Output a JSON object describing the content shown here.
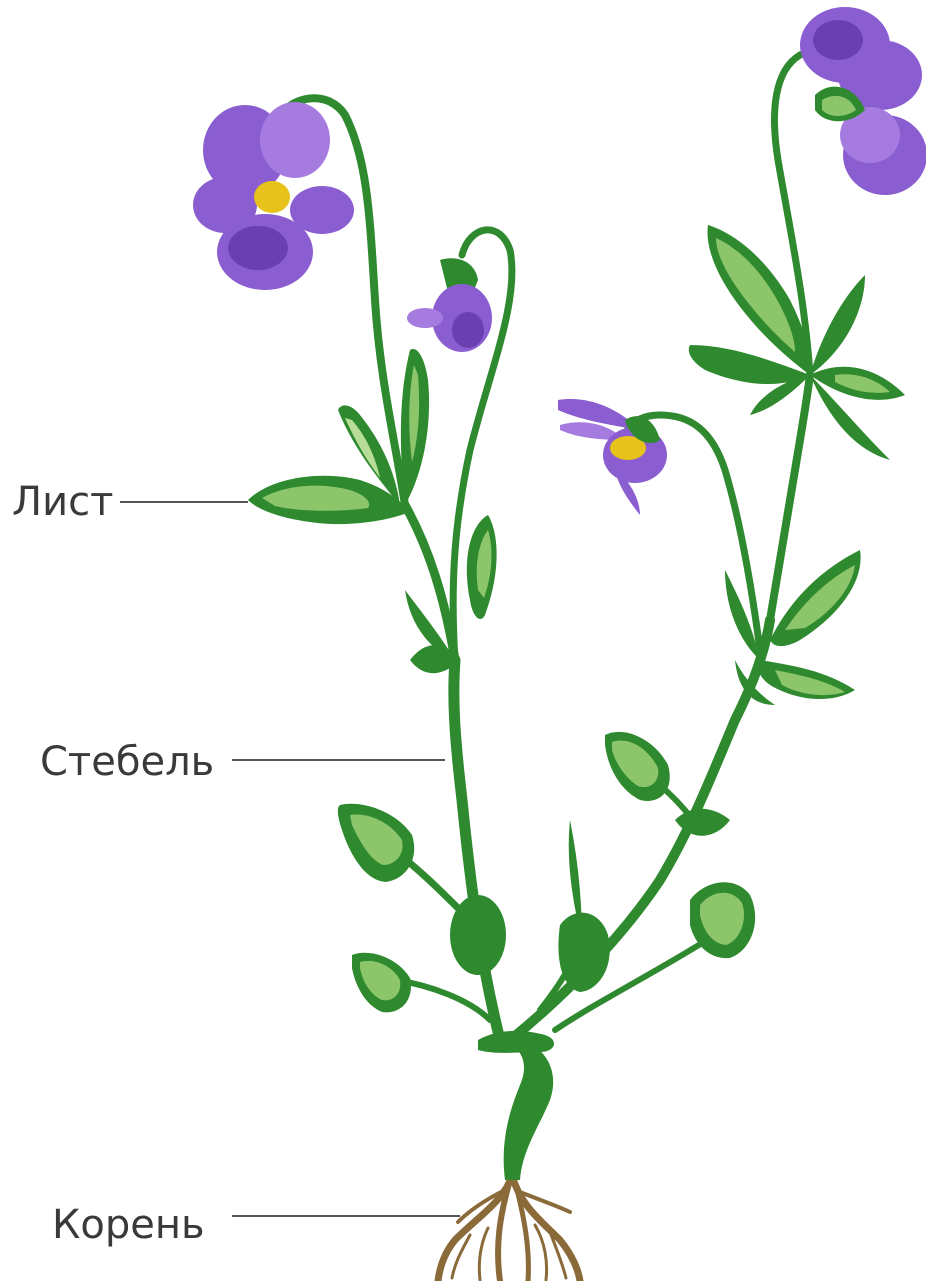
{
  "labels": {
    "leaf": "Лист",
    "stem": "Стебель",
    "root": "Корень"
  },
  "colors": {
    "stem": "#2f8a2f",
    "stem_dark": "#25702a",
    "leaf_light": "#8cc56a",
    "leaf_pale": "#b8dd98",
    "petal": "#8a5ed0",
    "petal_light": "#a57be0",
    "petal_dark": "#6a3fb0",
    "flower_center": "#e6c21a",
    "root": "#8b6a3a",
    "leader_line": "#555555",
    "label_text": "#3a3a3a"
  }
}
